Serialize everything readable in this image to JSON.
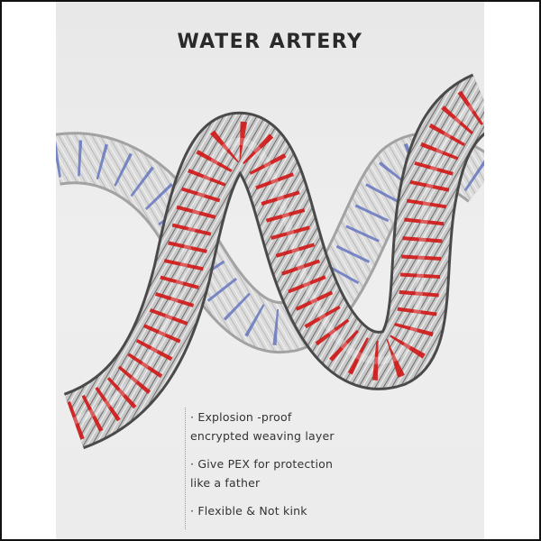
{
  "title": "WATER ARTERY",
  "features": [
    {
      "line1": "· Explosion -proof",
      "line2": "encrypted weaving layer"
    },
    {
      "line1": "· Give PEX for protection",
      "line2": "like a father"
    },
    {
      "line1": "· Flexible & Not kink",
      "line2": ""
    }
  ],
  "colors": {
    "background": "#ededed",
    "hose_steel": "#b8b8b8",
    "red_thread": "#d01515",
    "blue_thread": "#3a4fb0"
  }
}
